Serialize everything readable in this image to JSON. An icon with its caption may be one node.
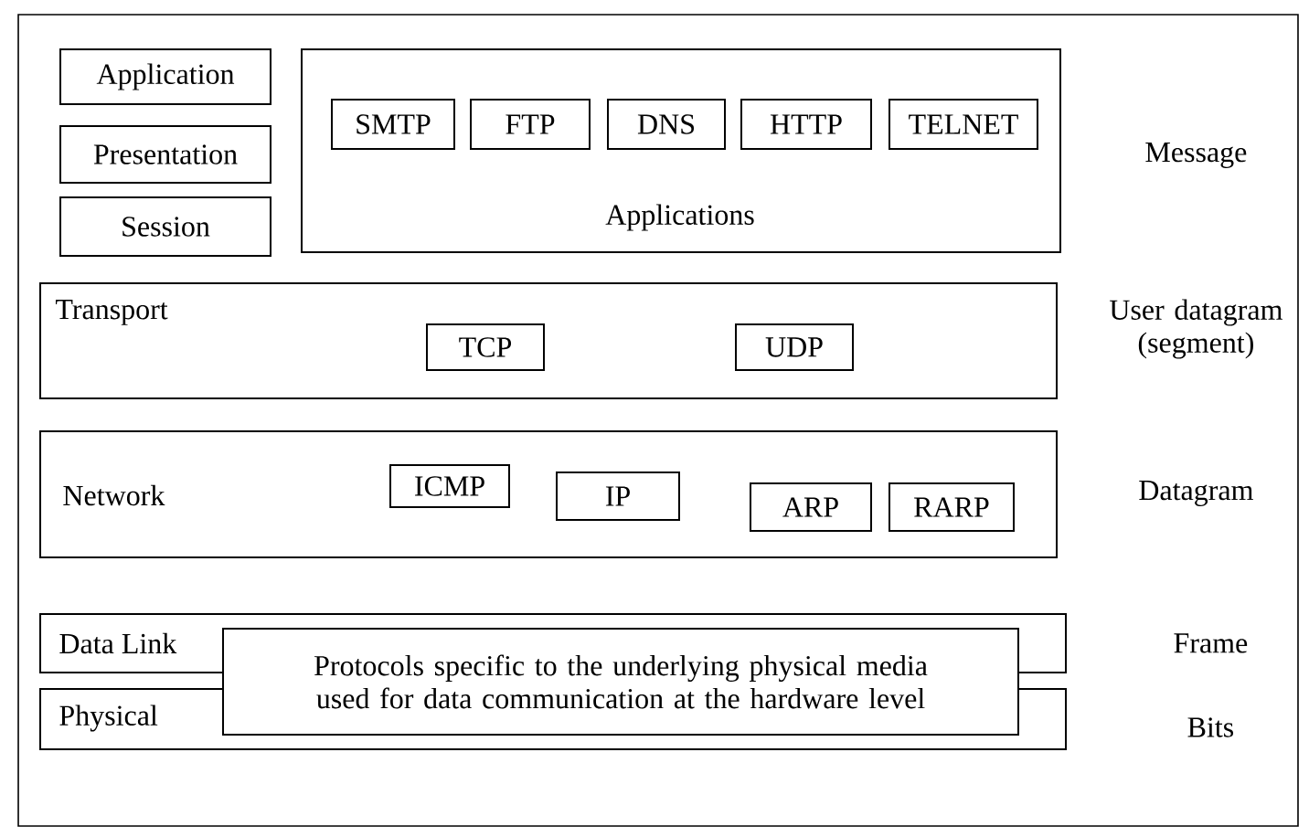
{
  "diagram": {
    "nodes": [
      {
        "text": [
          "Application"
        ]
      },
      {
        "text": [
          "Presentation"
        ]
      },
      {
        "text": [
          "Session"
        ]
      },
      {
        "text": [
          "Applications"
        ]
      },
      {
        "text": [
          "SMTP"
        ],
        "in": 3
      },
      {
        "text": [
          "FTP"
        ],
        "in": 3
      },
      {
        "text": [
          "DNS"
        ],
        "in": 3
      },
      {
        "text": [
          "HTTP"
        ],
        "in": 3
      },
      {
        "text": [
          "TELNET"
        ],
        "in": 3
      },
      {
        "text": [
          "Transport"
        ]
      },
      {
        "text": [
          "TCP"
        ],
        "in": 9
      },
      {
        "text": [
          "UDP"
        ],
        "in": 9
      },
      {
        "text": [
          "Network"
        ]
      },
      {
        "text": [
          "ICMP"
        ],
        "in": 12
      },
      {
        "text": [
          "IP"
        ],
        "in": 12
      },
      {
        "text": [
          "ARP"
        ],
        "in": 12
      },
      {
        "text": [
          "RARP"
        ],
        "in": 12
      },
      {
        "text": [
          "Data Link"
        ]
      },
      {
        "text": [
          "Physical"
        ]
      },
      {
        "text": [
          "Protocols specific to the underlying physical media used for data communication at the hardware level"
        ]
      }
    ],
    "labels": [
      "Message",
      "User datagram (segment)",
      "Datagram",
      "Frame",
      "Bits"
    ]
  }
}
